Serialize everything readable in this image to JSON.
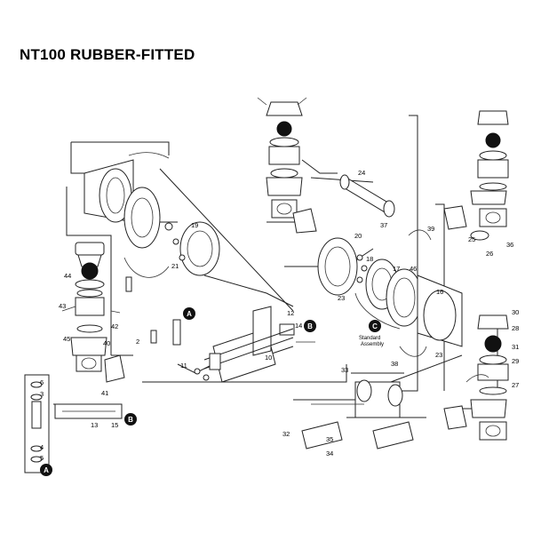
{
  "title": "NT100 RUBBER-FITTED",
  "standard_assembly": {
    "line1": "Standard",
    "line2": "Assembly"
  },
  "detail_badges": [
    "A",
    "B",
    "C"
  ],
  "part_labels": [
    "2",
    "3",
    "4",
    "5",
    "6",
    "10",
    "11",
    "12",
    "13",
    "14",
    "15",
    "16",
    "17",
    "18",
    "19",
    "20",
    "21",
    "23",
    "24",
    "25",
    "26",
    "27",
    "28",
    "29",
    "30",
    "31",
    "32",
    "33",
    "34",
    "35",
    "36",
    "37",
    "38",
    "39",
    "40",
    "41",
    "42",
    "43",
    "44",
    "45",
    "46"
  ]
}
